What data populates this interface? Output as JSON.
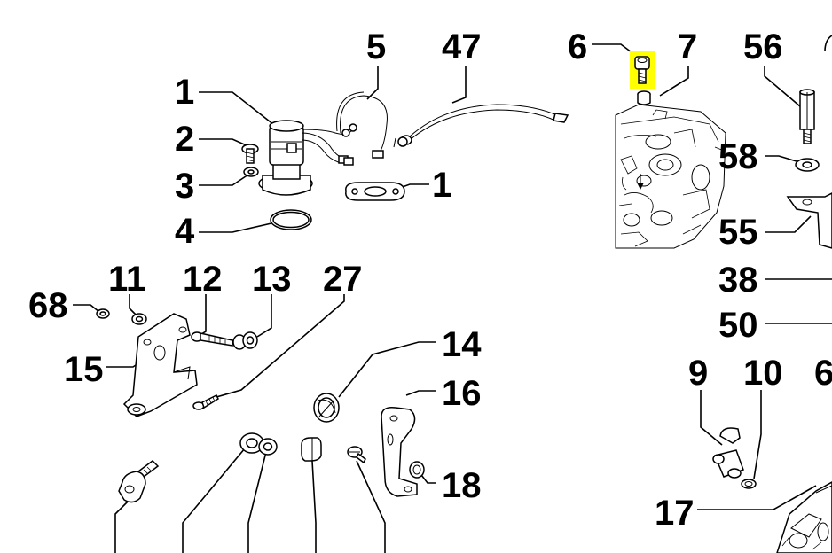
{
  "highlight_color": "#ffff00",
  "callouts": [
    {
      "id": "c1a",
      "label": "1"
    },
    {
      "id": "c2",
      "label": "2"
    },
    {
      "id": "c3",
      "label": "3"
    },
    {
      "id": "c4",
      "label": "4"
    },
    {
      "id": "c5",
      "label": "5"
    },
    {
      "id": "c47",
      "label": "47"
    },
    {
      "id": "c1b",
      "label": "1"
    },
    {
      "id": "c6a",
      "label": "6"
    },
    {
      "id": "c7",
      "label": "7"
    },
    {
      "id": "c56",
      "label": "56"
    },
    {
      "id": "c58",
      "label": "58"
    },
    {
      "id": "c55",
      "label": "55"
    },
    {
      "id": "c38",
      "label": "38"
    },
    {
      "id": "c50",
      "label": "50"
    },
    {
      "id": "c68",
      "label": "68"
    },
    {
      "id": "c11",
      "label": "11"
    },
    {
      "id": "c12",
      "label": "12"
    },
    {
      "id": "c13",
      "label": "13"
    },
    {
      "id": "c27",
      "label": "27"
    },
    {
      "id": "c15",
      "label": "15"
    },
    {
      "id": "c14",
      "label": "14"
    },
    {
      "id": "c16",
      "label": "16"
    },
    {
      "id": "c18",
      "label": "18"
    },
    {
      "id": "c9",
      "label": "9"
    },
    {
      "id": "c10",
      "label": "10"
    },
    {
      "id": "c6b",
      "label": "6"
    },
    {
      "id": "c17",
      "label": "17"
    }
  ]
}
